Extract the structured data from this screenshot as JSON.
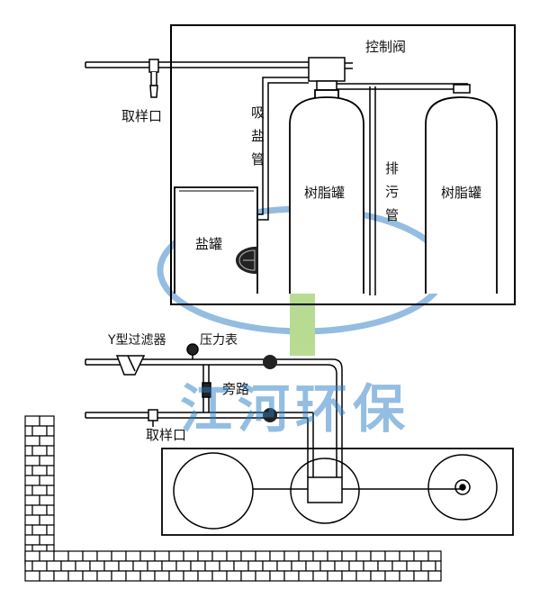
{
  "labels": {
    "control_valve": "控制阀",
    "sampling_port_top": "取样口",
    "brine_suction_pipe": "吸盐管",
    "resin_tank_1": "树脂罐",
    "drain_pipe": "排污管",
    "resin_tank_2": "树脂罐",
    "salt_tank": "盐罐",
    "y_filter": "Y型过滤器",
    "pressure_gauge": "压力表",
    "bypass": "旁路",
    "sampling_port_bottom": "取样口"
  },
  "watermark": {
    "text": "江河环保",
    "color": "#2a7fc4",
    "ring_color": "#3c86c8",
    "bar_color": "#7fbf3a"
  }
}
